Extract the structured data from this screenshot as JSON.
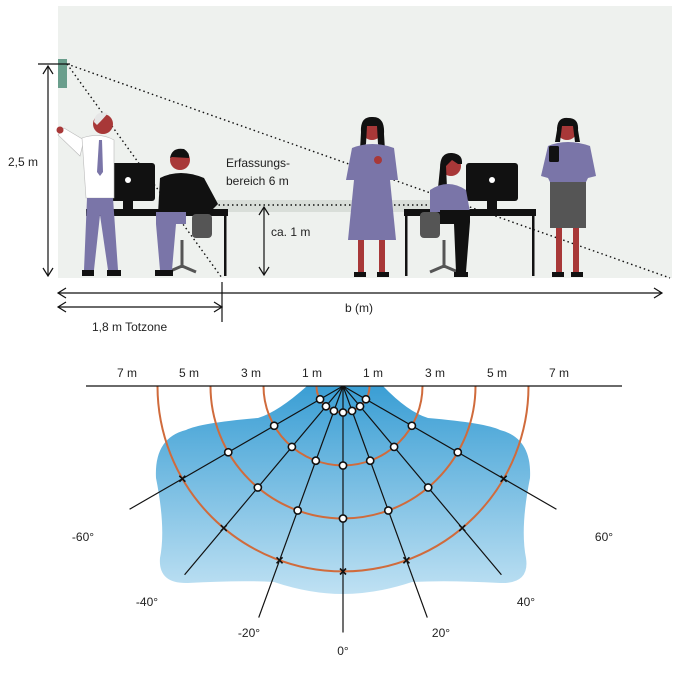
{
  "colors": {
    "room_bg": "#eef1ee",
    "sensor": "#6a9e8c",
    "person_skin": "#a83838",
    "person_dark": "#111111",
    "person_purple": "#7a75a8",
    "person_white": "#ffffff",
    "furniture": "#111111",
    "chair": "#555555",
    "detection_band": "#d9ded9",
    "arc": "#d06b3c",
    "zone_top": "#3a9ed4",
    "zone_bottom": "#bfe1f3",
    "ray": "#111111"
  },
  "side_view": {
    "height_label": "2,5 m",
    "detection_label_line1": "Erfassungs-",
    "detection_label_line2": "bereich 6 m",
    "desk_height_label": "ca. 1 m",
    "width_label": "b (m)",
    "deadzone_label": "1,8 m Totzone"
  },
  "top_view": {
    "radius_labels": [
      "7 m",
      "5 m",
      "3 m",
      "1 m",
      "1 m",
      "3 m",
      "5 m",
      "7 m"
    ],
    "angle_labels": [
      "-60°",
      "-40°",
      "-20°",
      "0°",
      "20°",
      "40°",
      "60°"
    ],
    "angles_deg": [
      -60,
      -40,
      -20,
      0,
      20,
      40,
      60
    ],
    "arc_radii_m": [
      1,
      3,
      5,
      7
    ]
  }
}
